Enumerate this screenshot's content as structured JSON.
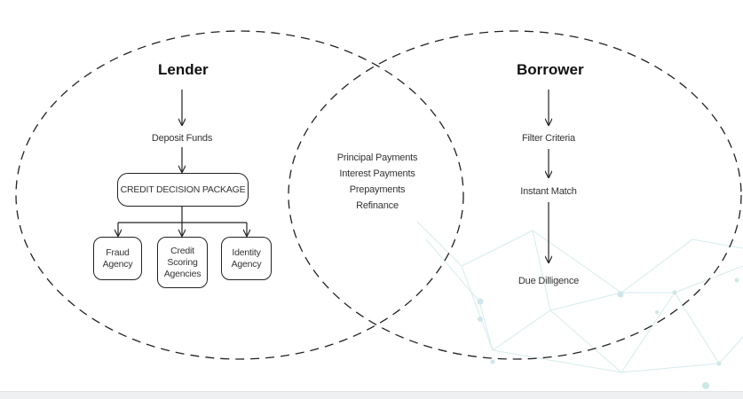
{
  "lender": {
    "heading": "Lender",
    "deposit_funds": "Deposit Funds",
    "package_label": "CREDIT DECISION PACKAGE",
    "agencies": [
      "Fraud\nAgency",
      "Credit\nScoring\nAgencies",
      "Identity\nAgency"
    ]
  },
  "shared": {
    "items": [
      "Principal Payments",
      "Interest Payments",
      "Prepayments",
      "Refinance"
    ]
  },
  "borrower": {
    "heading": "Borrower",
    "steps": [
      "Filter Criteria",
      "Instant Match",
      "Due Dilligence"
    ]
  },
  "colors": {
    "line": "#222222",
    "decoration": "#c9e4e6"
  }
}
